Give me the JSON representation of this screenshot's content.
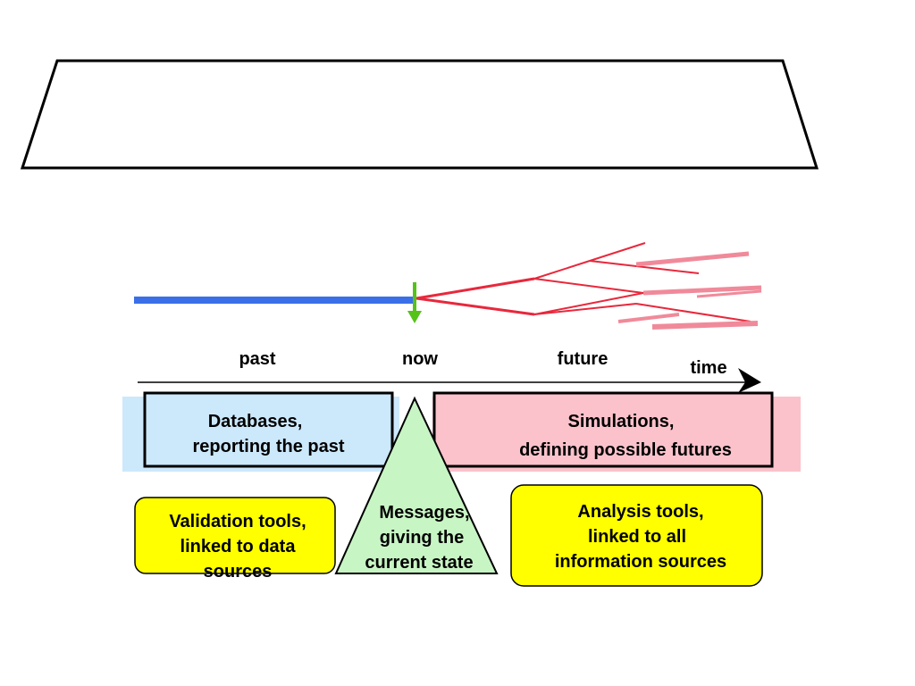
{
  "timeline": {
    "past": "past",
    "now": "now",
    "future": "future",
    "time": "time"
  },
  "boxes": {
    "databases": [
      "Databases,",
      "reporting the past"
    ],
    "simulations": [
      "Simulations,",
      "defining possible futures"
    ],
    "messages": [
      "Messages,",
      "giving the",
      "current state"
    ],
    "validation": [
      "Validation tools,",
      "linked to data",
      "sources"
    ],
    "analysis": [
      "Analysis tools,",
      "linked to all",
      "information sources"
    ]
  },
  "colors": {
    "past_line": "#3a6fe8",
    "now_arrow": "#55c21a",
    "future_branches": "#e8283c",
    "future_branches_faded": "#f08a9a",
    "databases_fill": "#cce8fb",
    "simulations_fill": "#fbc2cb",
    "messages_fill": "#c8f5c4",
    "tools_fill": "#ffff00"
  }
}
